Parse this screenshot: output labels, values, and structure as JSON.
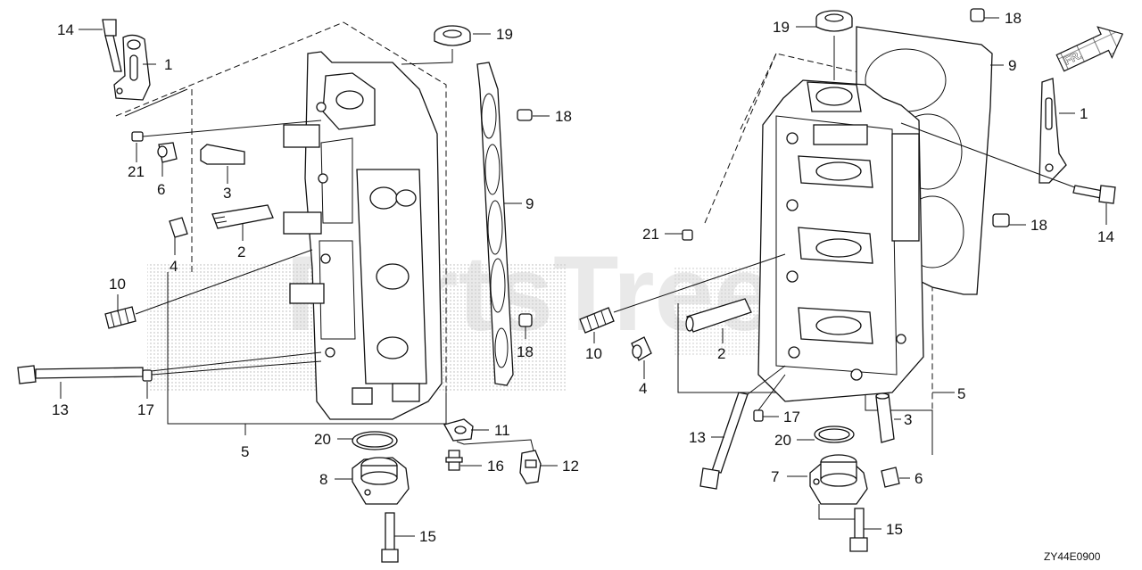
{
  "diagram": {
    "watermark": "PartsTree",
    "reference_code": "ZY44E0900",
    "direction_marker": {
      "label": "FR.",
      "icon": "arrow-icon"
    },
    "callouts": [
      {
        "id": "c14a",
        "label": "14"
      },
      {
        "id": "c1a",
        "label": "1"
      },
      {
        "id": "c21a",
        "label": "21"
      },
      {
        "id": "c6a",
        "label": "6"
      },
      {
        "id": "c3a",
        "label": "3"
      },
      {
        "id": "c2a",
        "label": "2"
      },
      {
        "id": "c4a",
        "label": "4"
      },
      {
        "id": "c10a",
        "label": "10"
      },
      {
        "id": "c13a",
        "label": "13"
      },
      {
        "id": "c17a",
        "label": "17"
      },
      {
        "id": "c5a",
        "label": "5"
      },
      {
        "id": "c19a",
        "label": "19"
      },
      {
        "id": "c18a",
        "label": "18"
      },
      {
        "id": "c9a",
        "label": "9"
      },
      {
        "id": "c18b",
        "label": "18"
      },
      {
        "id": "c20a",
        "label": "20"
      },
      {
        "id": "c11",
        "label": "11"
      },
      {
        "id": "c16",
        "label": "16"
      },
      {
        "id": "c12",
        "label": "12"
      },
      {
        "id": "c8",
        "label": "8"
      },
      {
        "id": "c15a",
        "label": "15"
      },
      {
        "id": "c19b",
        "label": "19"
      },
      {
        "id": "c18c",
        "label": "18"
      },
      {
        "id": "c9b",
        "label": "9"
      },
      {
        "id": "c1b",
        "label": "1"
      },
      {
        "id": "c14b",
        "label": "14"
      },
      {
        "id": "c18d",
        "label": "18"
      },
      {
        "id": "c21b",
        "label": "21"
      },
      {
        "id": "c10b",
        "label": "10"
      },
      {
        "id": "c2b",
        "label": "2"
      },
      {
        "id": "c4b",
        "label": "4"
      },
      {
        "id": "c5b",
        "label": "5"
      },
      {
        "id": "c3b",
        "label": "3"
      },
      {
        "id": "c17b",
        "label": "17"
      },
      {
        "id": "c13b",
        "label": "13"
      },
      {
        "id": "c20b",
        "label": "20"
      },
      {
        "id": "c7",
        "label": "7"
      },
      {
        "id": "c6b",
        "label": "6"
      },
      {
        "id": "c15b",
        "label": "15"
      }
    ]
  }
}
